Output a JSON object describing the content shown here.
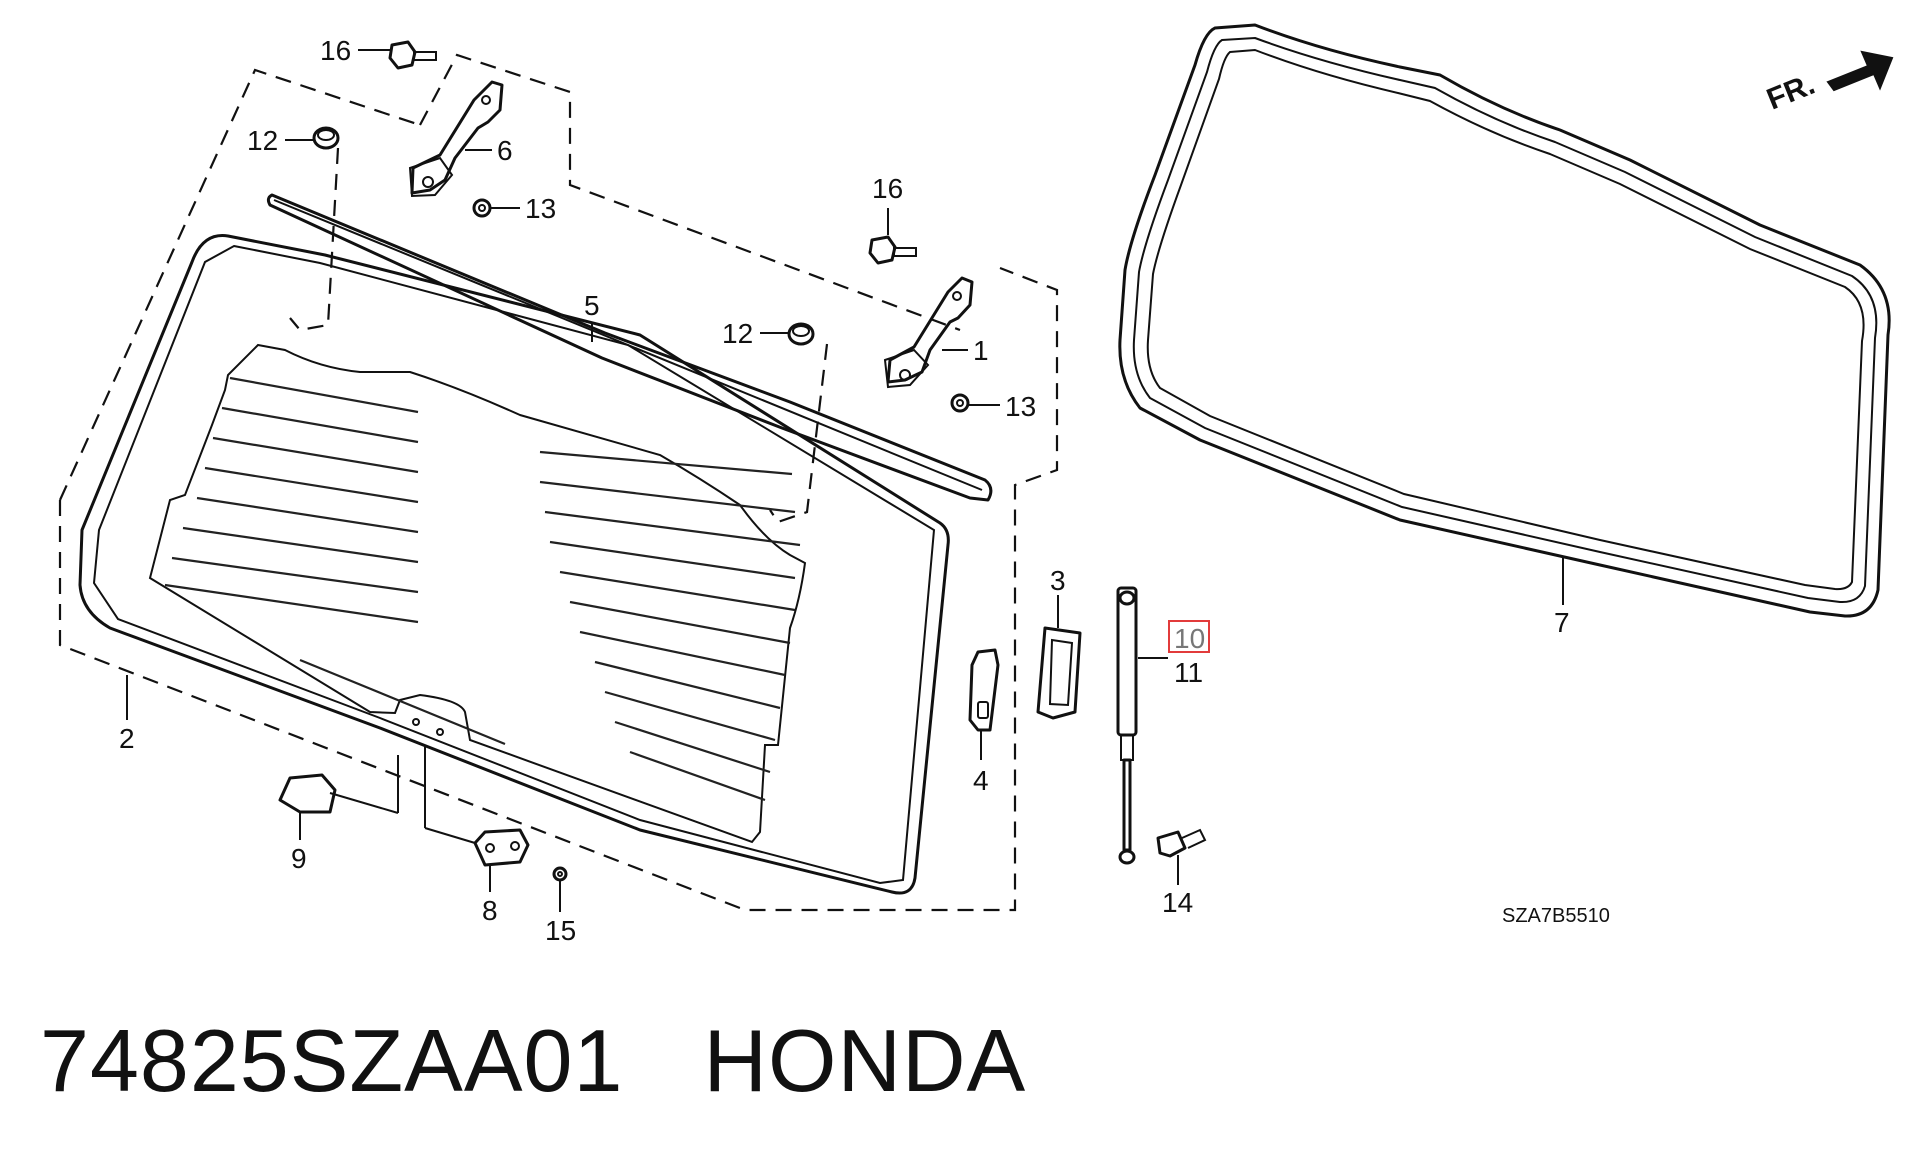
{
  "diagram": {
    "callouts": {
      "c16a": "16",
      "c12a": "12",
      "c6": "6",
      "c13a": "13",
      "c5": "5",
      "c16b": "16",
      "c12b": "12",
      "c1": "1",
      "c13b": "13",
      "c2": "2",
      "c3": "3",
      "c4": "4",
      "c10": "10",
      "c11": "11",
      "c9": "9",
      "c8": "8",
      "c15": "15",
      "c14": "14",
      "c7": "7"
    },
    "fr_label": "FR.",
    "diagram_code": "SZA7B5510",
    "highlight_color": "#e23b3b"
  },
  "footer": {
    "part_number": "74825SZAA01",
    "brand": "HONDA"
  }
}
